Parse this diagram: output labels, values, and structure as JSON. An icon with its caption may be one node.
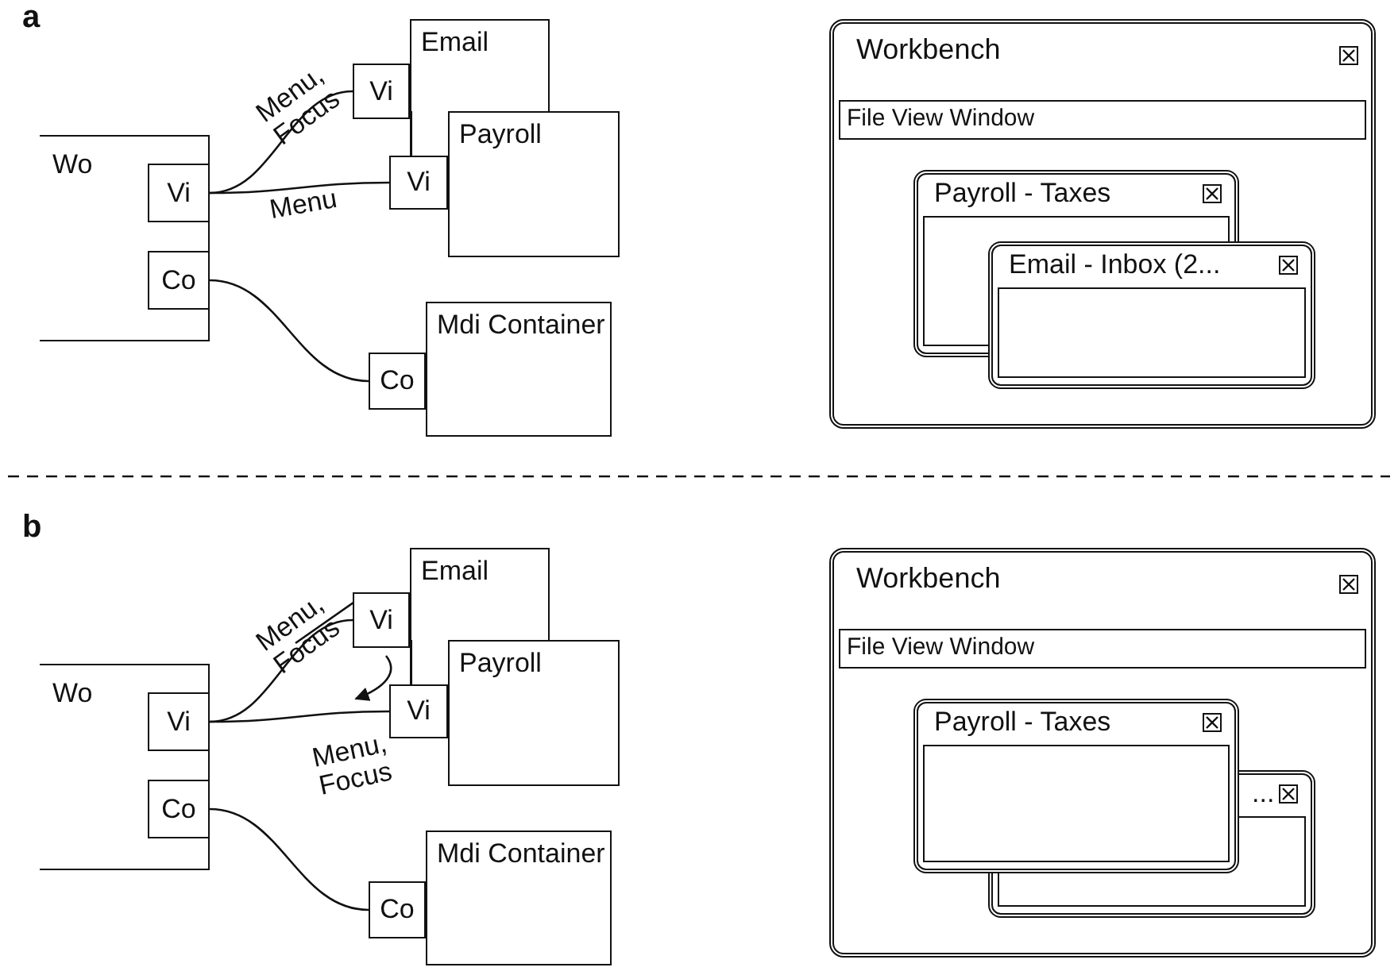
{
  "diagram": {
    "nodes": [
      {
        "text": [
          "Wo"
        ]
      },
      {
        "text": [
          "Vi"
        ],
        "in": 0
      },
      {
        "text": [
          "Co"
        ],
        "in": 0
      },
      {
        "text": [
          "Email"
        ]
      },
      {
        "text": [
          "Vi"
        ]
      },
      {
        "text": [
          "Payroll"
        ]
      },
      {
        "text": [
          "Vi"
        ]
      },
      {
        "text": [
          "Mdi Container"
        ]
      },
      {
        "text": [
          "Co"
        ]
      },
      {
        "text": [
          "Workbench"
        ]
      },
      {
        "text": [
          "File View Window"
        ],
        "in": 9
      },
      {
        "text": [
          "Payroll - Taxes"
        ],
        "in": 9
      },
      {
        "text": [
          "Email - Inbox (2..."
        ],
        "in": 9
      },
      {
        "text": [
          "Wo"
        ]
      },
      {
        "text": [
          "Vi"
        ],
        "in": 13
      },
      {
        "text": [
          "Co"
        ],
        "in": 13
      },
      {
        "text": [
          "Email"
        ]
      },
      {
        "text": [
          "Vi"
        ]
      },
      {
        "text": [
          "Payroll"
        ]
      },
      {
        "text": [
          "Vi"
        ]
      },
      {
        "text": [
          "Mdi Container"
        ]
      },
      {
        "text": [
          "Co"
        ]
      },
      {
        "text": [
          "Workbench"
        ]
      },
      {
        "text": [
          "File View Window"
        ],
        "in": 22
      },
      {
        "text": [
          "Payroll - Taxes"
        ],
        "in": 22
      },
      {
        "text": [
          "..."
        ],
        "in": 22
      }
    ],
    "edges": [
      {
        "from": 1,
        "to": 4,
        "arrow": "none",
        "label": "Menu, Focus"
      },
      {
        "from": 1,
        "to": 6,
        "arrow": "none",
        "label": "Menu"
      },
      {
        "from": 2,
        "to": 8,
        "arrow": "none"
      },
      {
        "from": 14,
        "to": 17,
        "arrow": "none",
        "label": "Menu, Focus"
      },
      {
        "from": 14,
        "to": 19,
        "arrow": "none",
        "label": "Menu, Focus"
      },
      {
        "from": 15,
        "to": 21,
        "arrow": "none"
      }
    ],
    "labels": [
      "a",
      "b"
    ]
  }
}
